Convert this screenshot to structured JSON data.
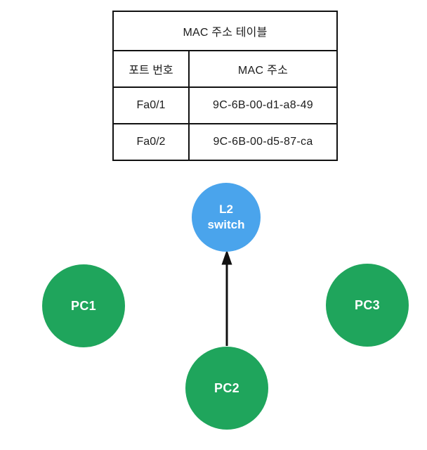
{
  "table": {
    "title": "MAC 주소 테이블",
    "columns": [
      "포트 번호",
      "MAC 주소"
    ],
    "rows": [
      {
        "port": "Fa0/1",
        "mac": "9C-6B-00-d1-a8-49"
      },
      {
        "port": "Fa0/2",
        "mac": "9C-6B-00-d5-87-ca"
      }
    ]
  },
  "nodes": {
    "switch": {
      "lines": [
        "L2",
        "switch"
      ],
      "color": "#4AA4EC"
    },
    "pc1": {
      "label": "PC1",
      "color": "#1FA55C"
    },
    "pc2": {
      "label": "PC2",
      "color": "#1FA55C"
    },
    "pc3": {
      "label": "PC3",
      "color": "#1FA55C"
    }
  },
  "edge": {
    "from": "PC2",
    "to": "L2 switch",
    "color": "#111111"
  }
}
